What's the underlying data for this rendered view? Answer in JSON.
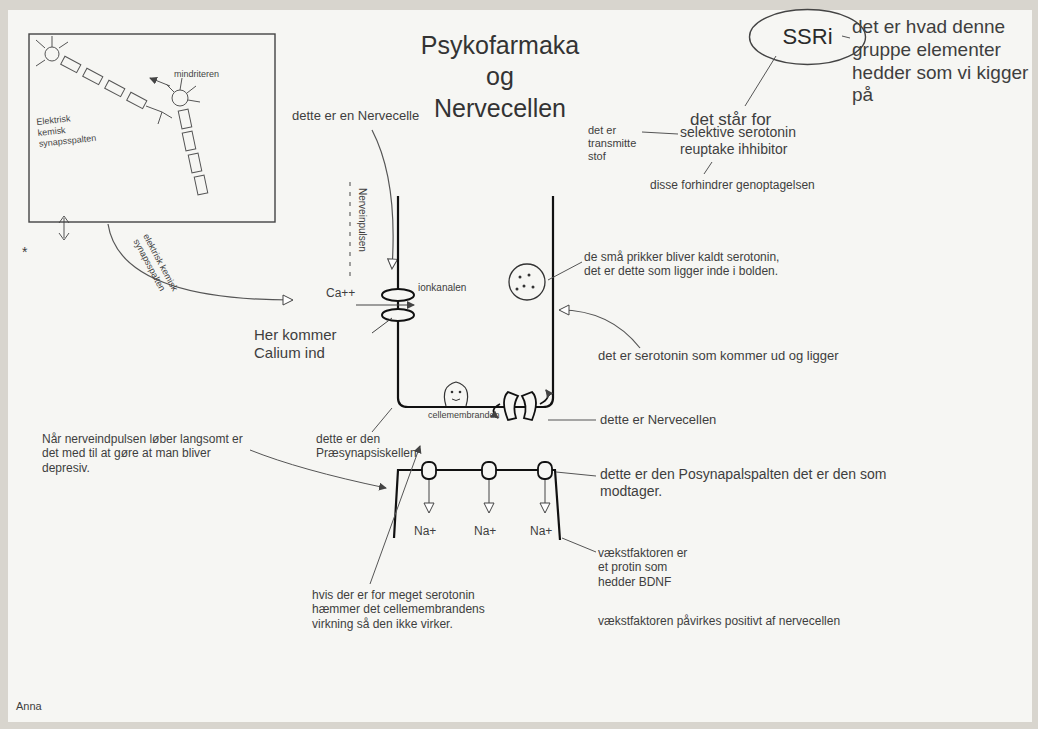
{
  "diagram": {
    "title": "Psykofarmaka og Nervecellen",
    "nodes": [
      {
        "text": [
          "SSRi"
        ]
      },
      {
        "text": [
          "Elektrisk kemisk synapsspalten",
          "mindriteren"
        ]
      }
    ],
    "labels": [
      "det er hvad denne gruppe elementer hedder som vi kigger på",
      "det står for",
      "det er transmitte stof",
      "selektive serotonin reuptake ihhibitor",
      "disse forhindrer genoptagelsen",
      "dette er en Nervecelle",
      "Nerveinpulsen",
      "de små prikker bliver kaldt serotonin, det er dette som ligger inde i bolden.",
      "Ca++",
      "ionkanalen",
      "Her kommer Calium ind",
      "det er serotonin som kommer ud og ligger",
      "cellemembranden",
      "dette er Nervecellen",
      "dette er den Præsynapsiskellen",
      "dette er den Posynapalspalten det er den som modtager.",
      "Når nerveindpulsen løber langsomt er det med til at gøre at man bliver depresiv.",
      "Na+",
      "Na+",
      "Na+",
      "hvis der er for meget serotonin hæmmer det cellemembrandens virkning så den ikke virker.",
      "vækstfaktoren er et protin som hedder BDNF",
      "vækstfaktoren påvirkes positivt af nervecellen",
      "Anna",
      "elektrisk kemisk synapsspalten",
      "*"
    ]
  }
}
